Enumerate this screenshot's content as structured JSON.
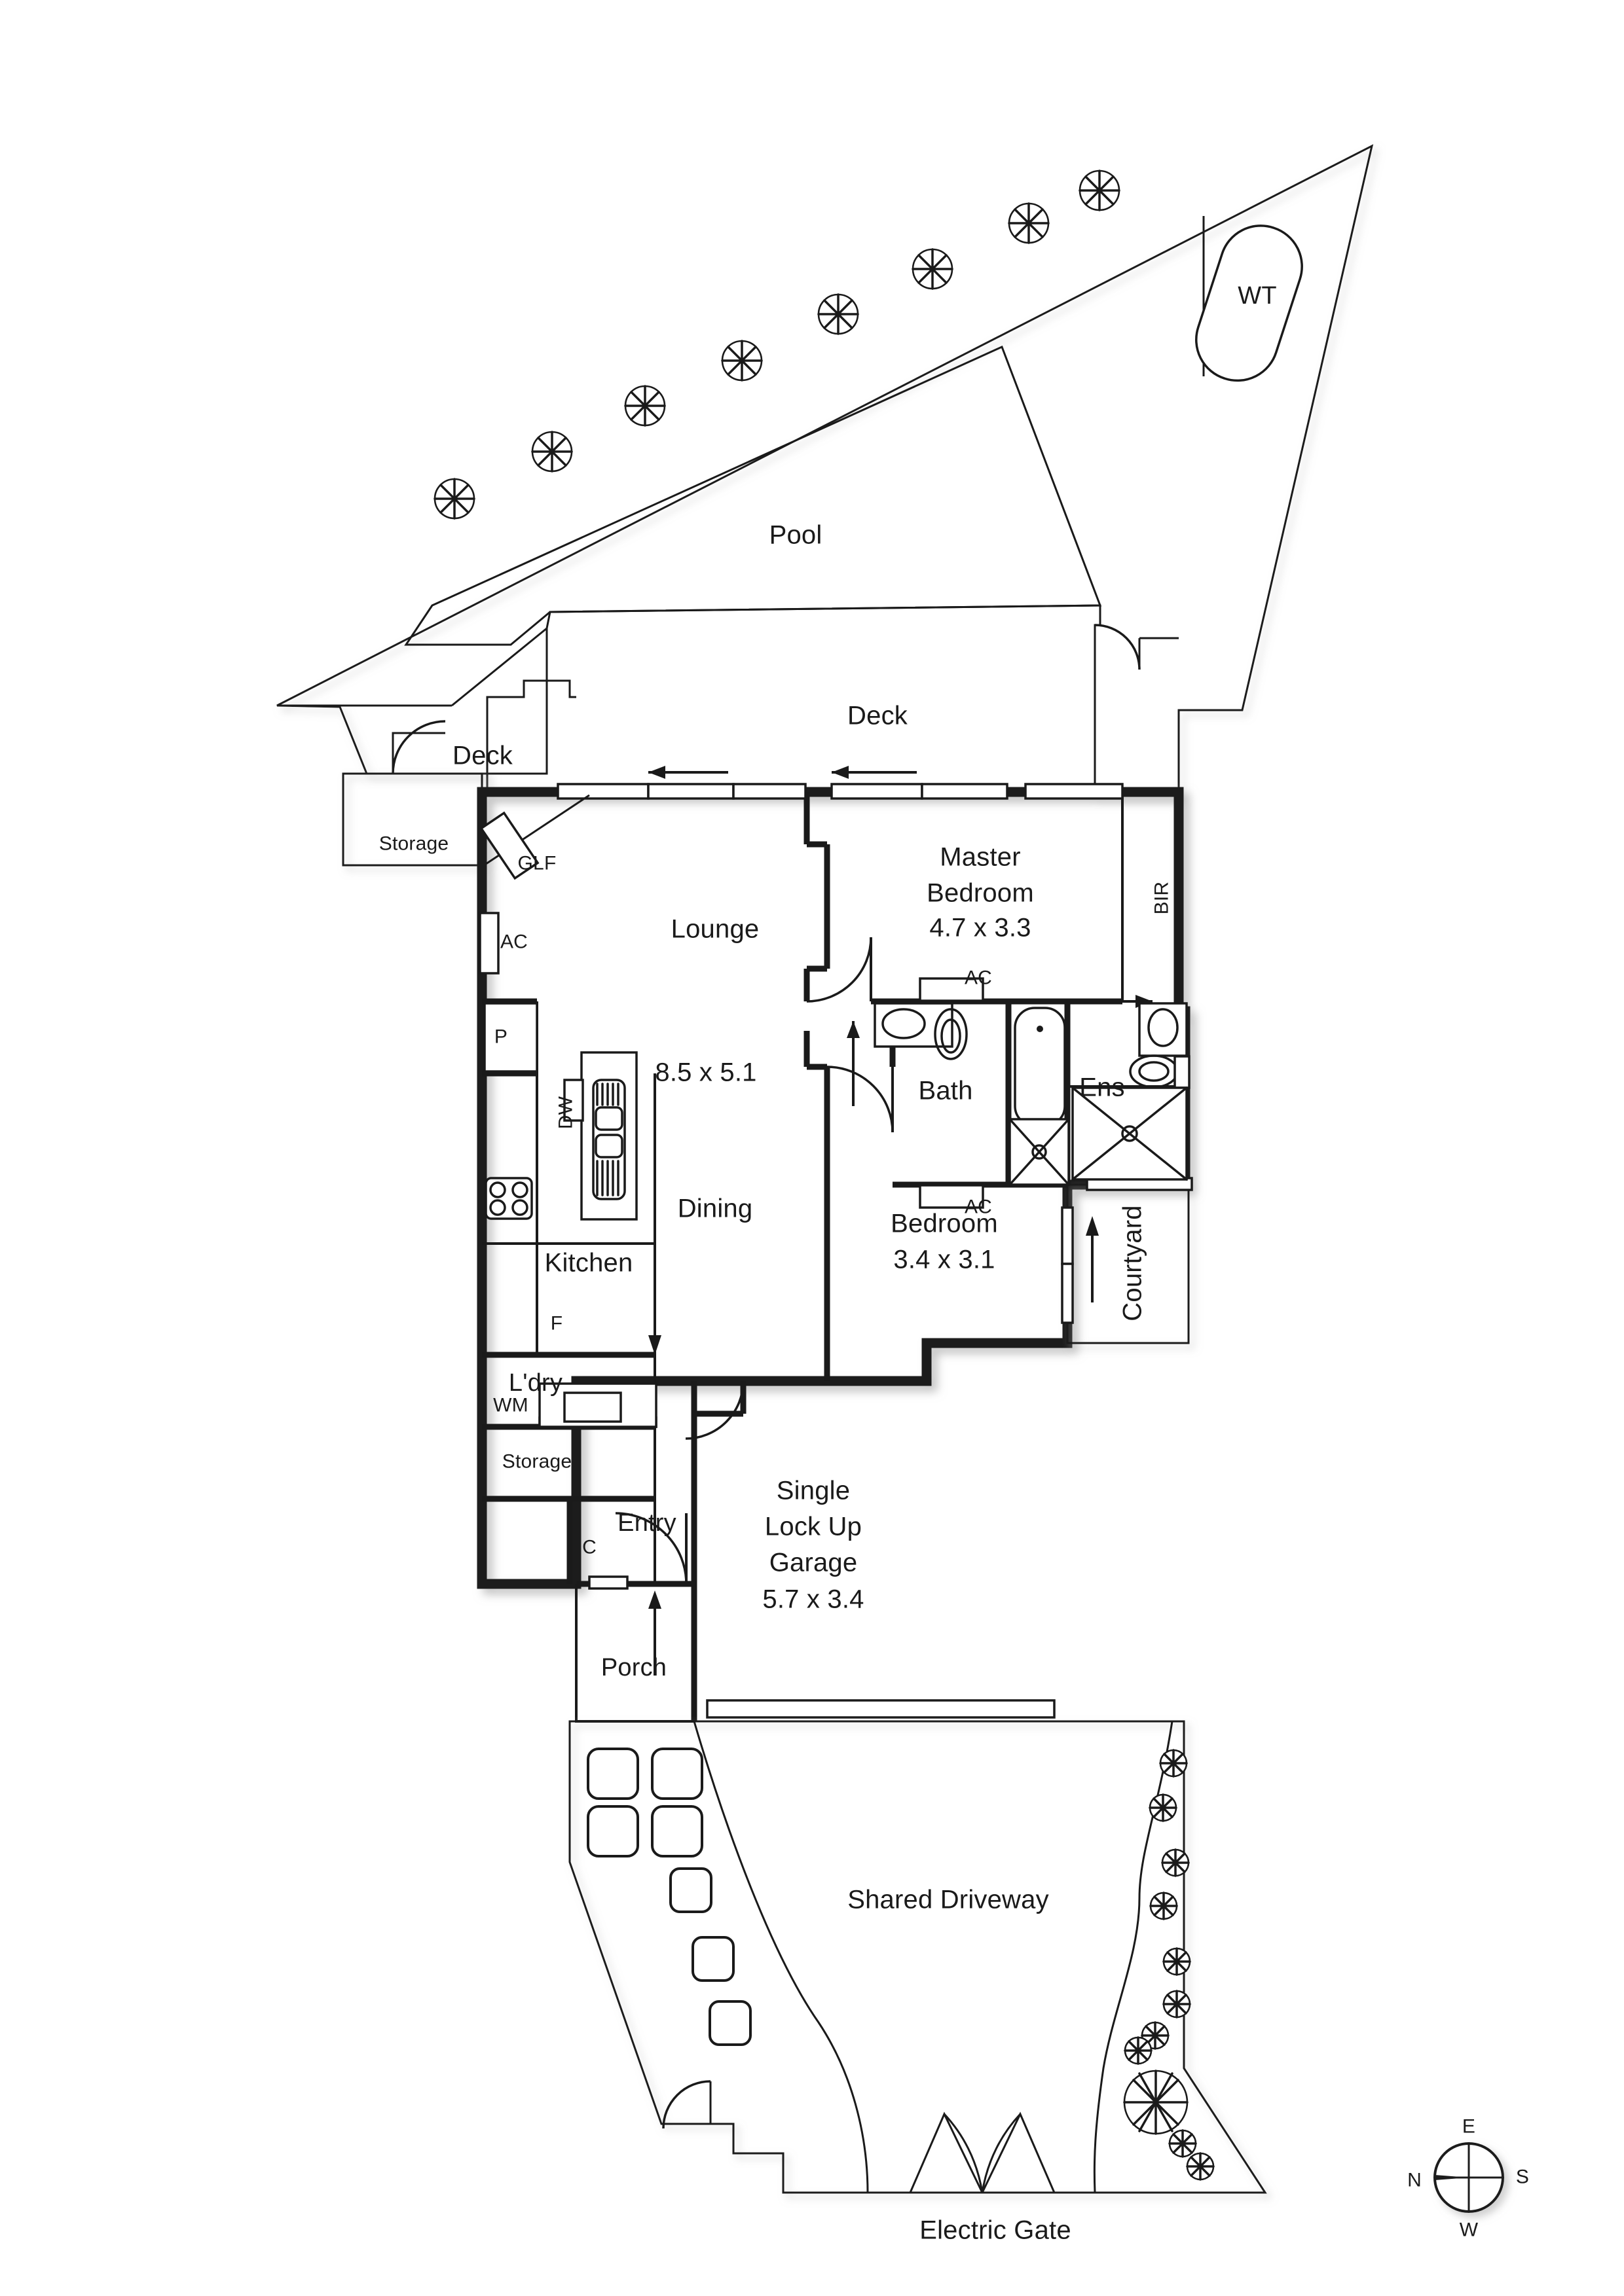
{
  "document": {
    "type": "residential-floor-plan",
    "orientation_note": "single level"
  },
  "compass": {
    "name": "compass-rose",
    "north": "N",
    "east": "E",
    "south": "S",
    "west": "W"
  },
  "outdoor": {
    "pool": "Pool",
    "water_tank": "WT",
    "deck_main": "Deck",
    "deck_side": "Deck",
    "storage_outdoor": "Storage",
    "courtyard": "Courtyard",
    "porch": "Porch",
    "driveway": "Shared Driveway",
    "electric_gate": "Electric Gate"
  },
  "rooms": [
    {
      "id": "lounge",
      "name": "Lounge",
      "dims": "8.5 x 5.1"
    },
    {
      "id": "dining",
      "name": "Dining",
      "dims": ""
    },
    {
      "id": "kitchen",
      "name": "Kitchen",
      "dims": ""
    },
    {
      "id": "master",
      "name_line1": "Master",
      "name_line2": "Bedroom",
      "dims": "4.7 x 3.3"
    },
    {
      "id": "bedroom2",
      "name": "Bedroom",
      "dims": "3.4 x 3.1"
    },
    {
      "id": "bath",
      "name": "Bath",
      "dims": ""
    },
    {
      "id": "ensuite",
      "name": "Ens",
      "dims": ""
    },
    {
      "id": "laundry",
      "name": "L'dry",
      "dims": ""
    },
    {
      "id": "storage_int",
      "name": "Storage",
      "dims": ""
    },
    {
      "id": "entry",
      "name": "Entry",
      "dims": ""
    },
    {
      "id": "garage",
      "name_line1": "Single",
      "name_line2": "Lock Up",
      "name_line3": "Garage",
      "dims": "5.7 x 3.4"
    }
  ],
  "labels": {
    "lounge": "Lounge",
    "lounge_dims": "8.5 x 5.1",
    "dining": "Dining",
    "kitchen": "Kitchen",
    "master_line1": "Master",
    "master_line2": "Bedroom",
    "master_dims": "4.7 x 3.3",
    "bedroom2": "Bedroom",
    "bedroom2_dims": "3.4 x 3.1",
    "bath": "Bath",
    "ensuite": "Ens",
    "laundry": "L'dry",
    "storage_interior": "Storage",
    "storage_exterior": "Storage",
    "entry": "Entry",
    "porch": "Porch",
    "garage_line1": "Single",
    "garage_line2": "Lock Up",
    "garage_line3": "Garage",
    "garage_dims": "5.7 x 3.4",
    "courtyard": "Courtyard",
    "deck_main": "Deck",
    "deck_side": "Deck",
    "pool": "Pool",
    "water_tank": "WT",
    "driveway": "Shared Driveway",
    "electric_gate": "Electric Gate"
  },
  "annotations": {
    "glf": "GLF",
    "ac_lounge": "AC",
    "ac_bath_top": "AC",
    "ac_bath_bottom": "AC",
    "bir": "BIR",
    "pantry": "P",
    "dishwasher": "DW",
    "fridge": "F",
    "washing_machine": "WM",
    "cupboard": "C"
  },
  "colors": {
    "wall": "#1a1a1a",
    "background": "#ffffff",
    "shadow": "#c9c9c9"
  }
}
